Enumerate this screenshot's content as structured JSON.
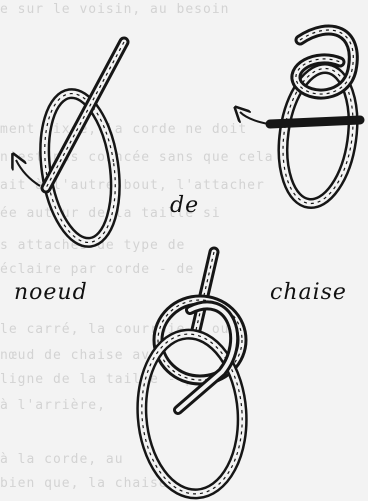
{
  "labels": {
    "left": "noeud",
    "middle": "de",
    "right": "chaise"
  },
  "show_through_text": [
    "e sur le voisin, au besoin",
    "ment fixée, la corde ne doit",
    "n'est pas coincée sans que cela",
    "ait à l'autre bout, l'attacher",
    "ée autour de la taille si",
    "s attachés de type de",
    "éclaire par corde - de",
    "le carré, la courroie - ou",
    "nœud de chaise avec",
    "ligne de la taille - pour",
    "à l'arrière,",
    "à la corde, au",
    "bien que, la chaise"
  ]
}
